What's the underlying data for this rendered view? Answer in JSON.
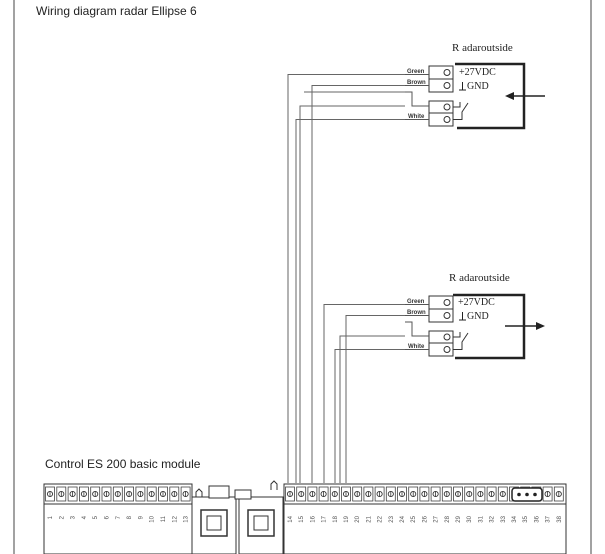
{
  "title": "Wiring diagram radar Ellipse 6",
  "radar_top": {
    "heading": "R adaroutside",
    "supply": "+27VDC",
    "ground": "GND",
    "wire_green": "Green",
    "wire_brown": "Brown",
    "wire_white": "White"
  },
  "radar_bottom": {
    "heading": "R adaroutside",
    "supply": "+27VDC",
    "ground": "GND",
    "wire_green": "Green",
    "wire_brown": "Brown",
    "wire_white": "White"
  },
  "module": {
    "title": "Control  ES 200 basic module",
    "terminals_left": [
      "1",
      "2",
      "3",
      "4",
      "5",
      "6",
      "7",
      "8",
      "9",
      "10",
      "11",
      "12",
      "13"
    ],
    "terminals_right": [
      "14",
      "15",
      "16",
      "17",
      "18",
      "19",
      "20",
      "21",
      "22",
      "23",
      "24",
      "25",
      "26",
      "27",
      "28",
      "29",
      "30",
      "31",
      "32",
      "33",
      "34",
      "35",
      "36",
      "37",
      "38"
    ]
  },
  "colors": {
    "line": "#555555",
    "frame": "#222222"
  }
}
